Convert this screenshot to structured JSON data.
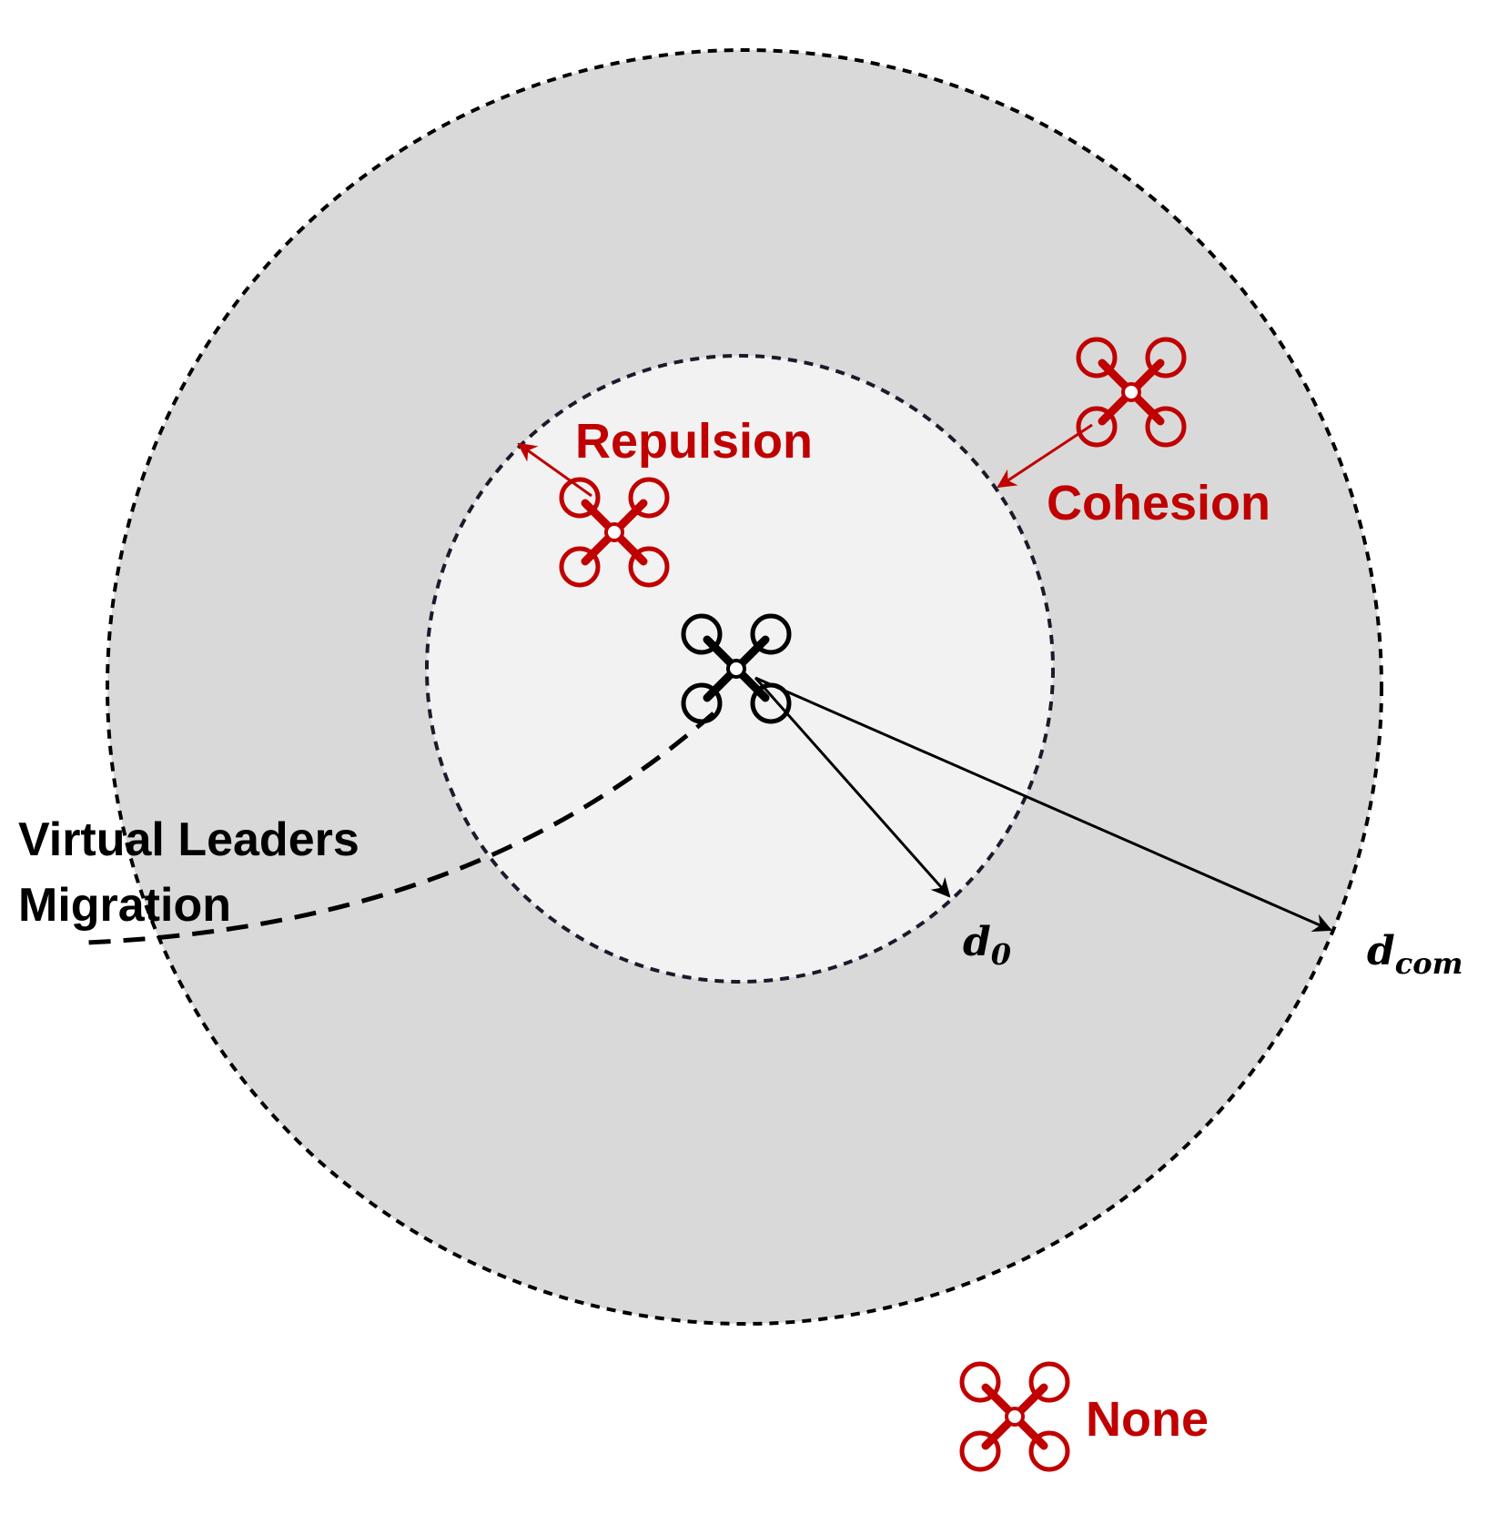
{
  "labels": {
    "repulsion": "Repulsion",
    "cohesion": "Cohesion",
    "none": "None",
    "virtual_leaders_line1": "Virtual Leaders",
    "virtual_leaders_line2": "Migration",
    "d0_symbol": "d",
    "d0_subscript": "0",
    "dcom_symbol": "d",
    "dcom_subscript": "com"
  },
  "colors": {
    "accent_red": "#c00000",
    "outer_fill": "#d9d9d9",
    "inner_fill": "#f2f2f2",
    "stroke": "#000000"
  },
  "icons": {
    "center_drone": "drone-icon",
    "repulsion_drone": "drone-icon",
    "cohesion_drone": "drone-icon",
    "none_drone": "drone-icon"
  }
}
